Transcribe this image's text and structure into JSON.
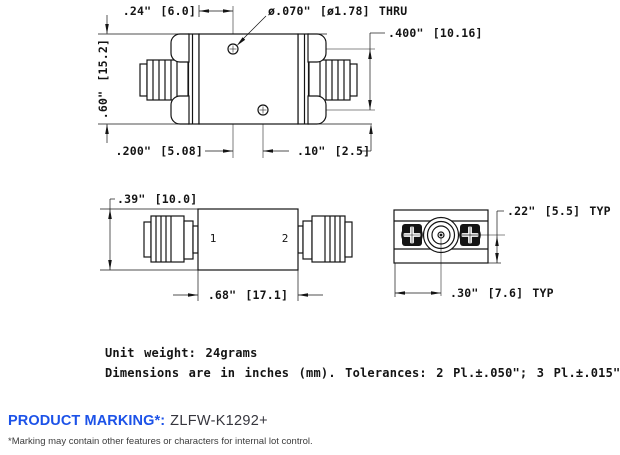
{
  "colors": {
    "line": "#141414",
    "accent_blue": "#1c52e8",
    "marking_value": "#36363e"
  },
  "side_view": {
    "dim_top_width": ".24\" [6.0]",
    "hole_callout": "ø.070\" [ø1.78] THRU",
    "dim_hole_spacing_vertical": ".400\" [10.16]",
    "dim_height": ".60\" [15.2]",
    "dim_hole_offset": ".200\" [5.08]",
    "dim_hole_edge": ".10\" [2.5]"
  },
  "bottom_view": {
    "dim_height": ".39\" [10.0]",
    "dim_body_length": ".68\" [17.1]",
    "port_1": "1",
    "port_2": "2"
  },
  "end_view": {
    "dim_vertical": ".22\" [5.5] TYP",
    "dim_horizontal": ".30\" [7.6] TYP"
  },
  "notes": {
    "unit_weight": "Unit weight: 24grams",
    "tolerance": "Dimensions are in inches (mm). Tolerances: 2 Pl.±.050\"; 3 Pl.±.015\""
  },
  "product_marking": {
    "label": "PRODUCT MARKING*:",
    "value": "ZLFW-K1292+",
    "footnote": "*Marking may contain other features or characters for internal lot control."
  }
}
